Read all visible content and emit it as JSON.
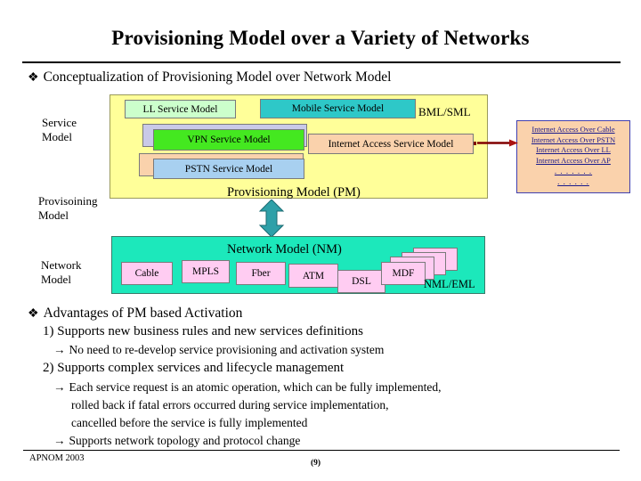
{
  "slide": {
    "title": "Provisioning Model over a Variety of Networks",
    "bullet_glyph": "❖",
    "arrow_glyph": "→"
  },
  "sections": {
    "concept_heading": "Conceptualization of Provisioning Model over Network Model",
    "advantages_heading": "Advantages of PM based Activation"
  },
  "side_labels": {
    "service_model": "Service\nModel",
    "service_model_l1": "Service",
    "service_model_l2": "Model",
    "provisioning_model_l1": "Provisoining",
    "provisioning_model_l2": "Model",
    "network_model_l1": "Network",
    "network_model_l2": "Model"
  },
  "provisioning_panel": {
    "label": "Provisioning Model (PM)",
    "layer_label": "BML/SML",
    "boxes": [
      {
        "id": "ll",
        "label": "LL Service Model",
        "color": "#ccffcc"
      },
      {
        "id": "mobile",
        "label": "Mobile Service Model",
        "color": "#2ec8c8"
      },
      {
        "id": "vpn",
        "label": "VPN Service Model",
        "color": "#44e820"
      },
      {
        "id": "pstn",
        "label": "PSTN Service Model",
        "color": "#a8d0f0"
      },
      {
        "id": "ias",
        "label": "Internet Access Service Model",
        "color": "#fad2ac"
      }
    ],
    "panel_color": "#ffff99"
  },
  "detail_box": {
    "items": [
      "Internet Access Over Cable",
      "Internet Access Over PSTN",
      "Internet Access Over LL",
      "Internet Access Over AP"
    ],
    "dots1": ". . . . . . .",
    "dots2": ". . . . . .",
    "color": "#fad2ac",
    "link_color": "#1a1a8c"
  },
  "network_panel": {
    "label": "Network Model (NM)",
    "layer_label": "NML/EML",
    "panel_color": "#1ce8bb",
    "boxes": [
      {
        "id": "cable",
        "label": "Cable"
      },
      {
        "id": "mpls",
        "label": "MPLS"
      },
      {
        "id": "fber",
        "label": "Fber"
      },
      {
        "id": "atm",
        "label": "ATM"
      },
      {
        "id": "dsl",
        "label": "DSL"
      },
      {
        "id": "mdf",
        "label": "MDF"
      }
    ],
    "box_color": "#ffccf2"
  },
  "advantages": {
    "item1": "1) Supports new business rules and new services definitions",
    "item1_sub": "No need to re-develop service provisioning and activation system",
    "item2": "2) Supports complex services and lifecycle management",
    "item2_sub_l1": "Each service request is an atomic operation,  which can be fully implemented,",
    "item2_sub_l2": "rolled back if fatal errors occurred during service implementation,",
    "item2_sub_l3": "cancelled before the service is fully implemented",
    "item3_sub": "Supports network topology and protocol change"
  },
  "footer": {
    "conference": "APNOM 2003",
    "page": "(9)"
  }
}
